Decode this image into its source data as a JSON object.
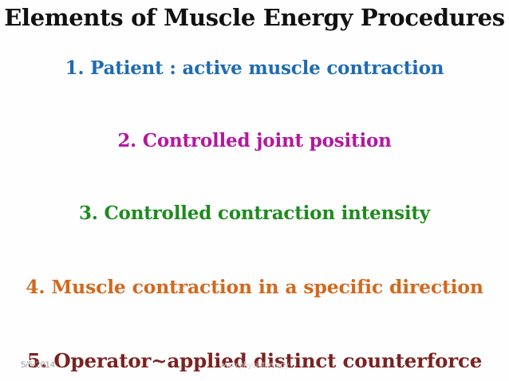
{
  "slide": {
    "title": "Elements of Muscle Energy Procedures",
    "background_color": "#fefefe",
    "title_color": "#111111",
    "bullets": [
      {
        "number": "1.",
        "text": "1. Patient : active muscle contraction",
        "color": "#1f6cb0"
      },
      {
        "number": "2.",
        "text": "2. Controlled joint position",
        "color": "#b5179e"
      },
      {
        "number": "3.",
        "text": "3. Controlled contraction intensity",
        "color": "#1e8b1e"
      },
      {
        "number": "4.",
        "text": "4. Muscle contraction in a specific direction",
        "color": "#d2691e"
      },
      {
        "number": "5.",
        "text": "5. Operator~applied distinct counterforce",
        "color": "#7b2222"
      }
    ],
    "footer": {
      "date": "5/5/2014",
      "center_watermark": "www.physiotherapy",
      "date_color": "#9a9a9a",
      "watermark_color": "#d9d2cc"
    }
  }
}
